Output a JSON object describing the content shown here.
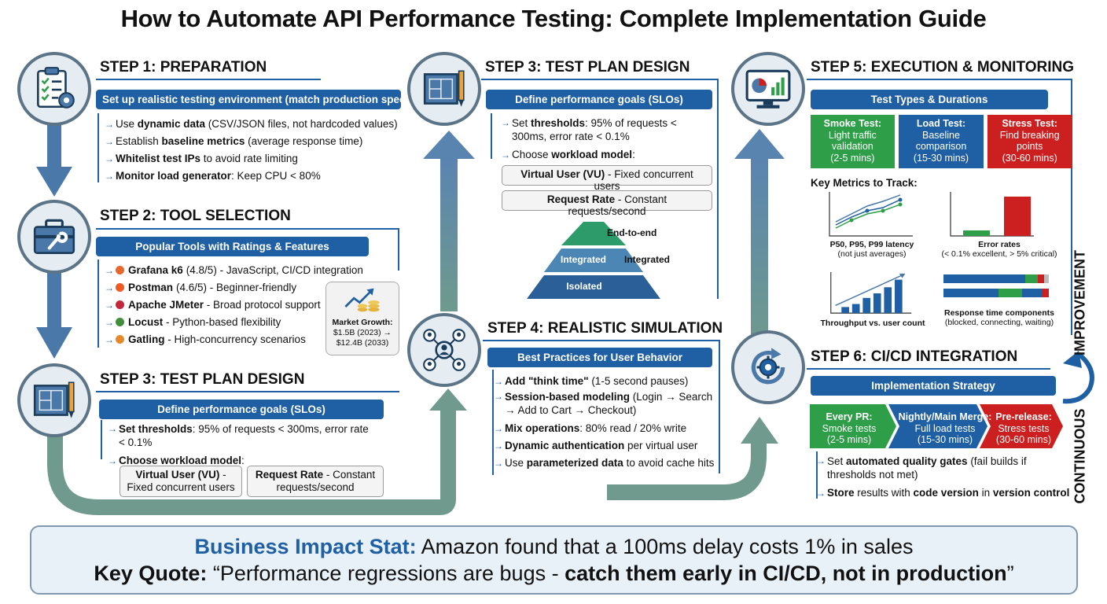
{
  "title": "How to Automate API Performance Testing: Complete Implementation Guide",
  "icons": {
    "step1": "clipboard-checklist-gear-icon",
    "step2": "toolbox-wrench-icon",
    "step3": "blueprint-pencil-icon",
    "step4": "user-network-icon",
    "step5": "monitor-dashboard-icon",
    "step6": "cicd-cycle-gear-icon",
    "market": "growth-coins-icon"
  },
  "colors": {
    "primary": "#1f5fa3",
    "arrow": "#6f9a8d",
    "green": "#2e9e48",
    "red": "#cc1f1f"
  },
  "step1": {
    "heading": "STEP 1: PREPARATION",
    "pill": "Set up realistic testing environment (match production specs)",
    "bullets": [
      {
        "pre": "Use ",
        "b": "dynamic data",
        "post": " (CSV/JSON files, not hardcoded values)"
      },
      {
        "pre": "Establish ",
        "b": "baseline metrics",
        "post": " (average response time)"
      },
      {
        "pre": "",
        "b": "Whitelist test IPs",
        "post": " to avoid rate limiting"
      },
      {
        "pre": "",
        "b": "Monitor load generator",
        "post": ": Keep CPU < 80%"
      }
    ]
  },
  "step2": {
    "heading": "STEP 2: TOOL SELECTION",
    "pill": "Popular Tools with Ratings & Features",
    "tools": [
      {
        "name": "Grafana k6",
        "rating": "(4.8/5)",
        "desc": " - JavaScript, CI/CD integration",
        "color": "#e8672b"
      },
      {
        "name": "Postman",
        "rating": "(4.6/5)",
        "desc": " - Beginner-friendly",
        "color": "#ef5b25"
      },
      {
        "name": "Apache JMeter",
        "rating": "",
        "desc": " - Broad protocol support",
        "color": "#c2283a"
      },
      {
        "name": "Locust",
        "rating": "",
        "desc": " - Python-based flexibility",
        "color": "#3f8f3a"
      },
      {
        "name": "Gatling",
        "rating": "",
        "desc": " - High-concurrency scenarios",
        "color": "#e5892b"
      }
    ],
    "market": {
      "label": "Market Growth:",
      "line1": "$1.5B (2023) →",
      "line2": "$12.4B (2033)"
    }
  },
  "step3_left": {
    "heading": "STEP 3: TEST PLAN DESIGN",
    "pill": "Define performance goals (SLOs)",
    "bullets": [
      {
        "pre": "",
        "b": "Set thresholds",
        "post": ": 95% of requests < 300ms, error rate < 0.1%"
      },
      {
        "pre": "",
        "b": "Choose workload model",
        "post": ":"
      }
    ],
    "models": [
      {
        "b": "Virtual User (VU)",
        "post": " - Fixed concurrent users"
      },
      {
        "b": "Request Rate",
        "post": " - Constant requests/second"
      }
    ]
  },
  "step3_mid": {
    "heading": "STEP 3: TEST PLAN DESIGN",
    "pill": "Define performance goals (SLOs)",
    "bullets": [
      {
        "pre": "Set ",
        "b": "thresholds",
        "post": ": 95% of requests < 300ms, error rate < 0.1%"
      },
      {
        "pre": "Choose ",
        "b": "workload model",
        "post": ":"
      }
    ],
    "models": [
      {
        "b": "Virtual User (VU)",
        "post": " - Fixed concurrent users"
      },
      {
        "b": "Request Rate",
        "post": " - Constant requests/second"
      }
    ],
    "pyramid": {
      "top": "End-to-end",
      "middle": "Integrated",
      "bottom": "Isolated",
      "middle_side": "Integrated"
    }
  },
  "step4": {
    "heading": "STEP 4: REALISTIC SIMULATION",
    "pill": "Best Practices for User Behavior",
    "bullets": [
      {
        "pre": "",
        "b": "Add \"think time\"",
        "post": " (1-5 second pauses)"
      },
      {
        "pre": "",
        "b": "Session-based modeling",
        "post": " (Login → Search → Add to Cart → Checkout)"
      },
      {
        "pre": "",
        "b": "Mix operations",
        "post": ": 80% read / 20% write"
      },
      {
        "pre": "",
        "b": "Dynamic authentication",
        "post": " per virtual user"
      },
      {
        "pre": "Use ",
        "b": "parameterized data",
        "post": " to avoid cache hits"
      }
    ]
  },
  "step5": {
    "heading": "STEP 5: EXECUTION & MONITORING",
    "pill": "Test Types & Durations",
    "types": [
      {
        "title": "Smoke Test:",
        "l1": "Light traffic",
        "l2": "validation",
        "l3": "(2-5 mins)",
        "color": "#2e9e48"
      },
      {
        "title": "Load Test:",
        "l1": "Baseline",
        "l2": "comparison",
        "l3": "(15-30 mins)",
        "color": "#1f5fa3"
      },
      {
        "title": "Stress Test:",
        "l1": "Find breaking",
        "l2": "points",
        "l3": "(30-60 mins)",
        "color": "#cc1f1f"
      }
    ],
    "metrics_title": "Key Metrics to Track:",
    "m1": {
      "title": "P50, P95, P99 latency",
      "sub": "(not just averages)"
    },
    "m2": {
      "title": "Error rates",
      "sub": "(< 0.1% excellent, > 5% critical)"
    },
    "m3": {
      "title": "Throughput vs. user count",
      "sub": ""
    },
    "m4": {
      "title": "Response time components",
      "sub": "(blocked, connecting, waiting)"
    }
  },
  "step6": {
    "heading": "STEP 6: CI/CD INTEGRATION",
    "pill": "Implementation Strategy",
    "stages": [
      {
        "title": "Every PR:",
        "l1": "Smoke tests",
        "l2": "(2-5 mins)",
        "color": "#2e9e48"
      },
      {
        "title": "Nightly/Main Merge:",
        "l1": "Full load tests",
        "l2": "(15-30 mins)",
        "color": "#1f5fa3"
      },
      {
        "title": "Pre-release:",
        "l1": "Stress tests",
        "l2": "(30-60 mins)",
        "color": "#cc1f1f"
      }
    ],
    "bullets": [
      {
        "pre": "Set ",
        "b": "automated quality gates",
        "post": " (fail builds if thresholds not met)"
      },
      {
        "pre": "",
        "b": "Store",
        "post": " results with ",
        "b2": "code version",
        "post2": " in ",
        "b3": "version control"
      }
    ]
  },
  "side": {
    "improvement": "IMPROVEMENT",
    "continuous": "CONTINUOUS"
  },
  "footer": {
    "stat_label": "Business Impact Stat:",
    "stat_text": " Amazon found that a 100ms delay costs 1% in sales",
    "quote_label": "Key Quote:",
    "quote_pre": " “Performance regressions are bugs - ",
    "quote_bold": "catch them early in CI/CD, not in production",
    "quote_post": "”"
  }
}
